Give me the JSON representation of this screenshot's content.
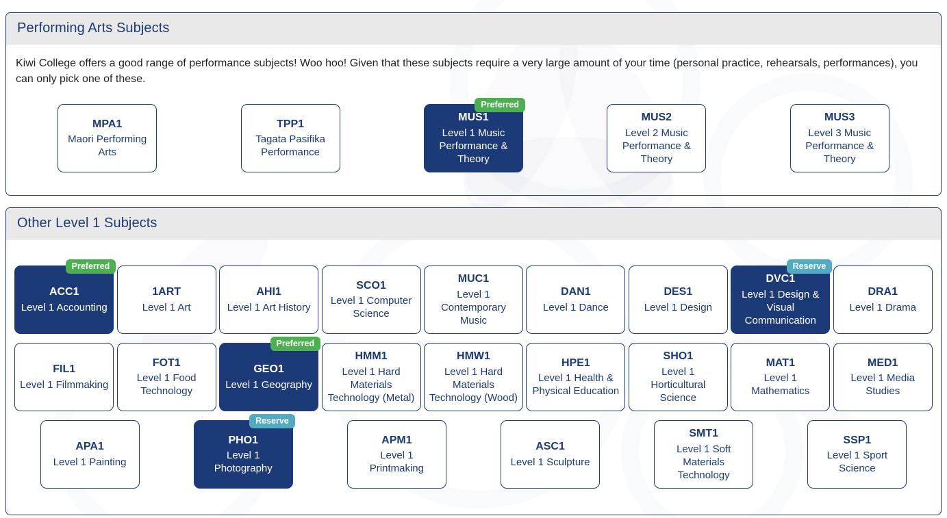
{
  "theme": {
    "navy": "#1b3a77",
    "header_bg": "#e9e9e9",
    "preferred_color": "#4caf50",
    "reserve_color": "#52abc0"
  },
  "panels": [
    {
      "title": "Performing Arts Subjects",
      "description": "Kiwi College offers a good range of performance subjects! Woo hoo! Given that these subjects require a very large amount of your time (personal practice, rehearsals, performances), you can only pick one of these.",
      "subjects": [
        {
          "code": "MPA1",
          "name": "Maori Performing Arts"
        },
        {
          "code": "TPP1",
          "name": "Tagata Pasifika Performance"
        },
        {
          "code": "MUS1",
          "name": "Level 1 Music Performance & Theory",
          "selected": true,
          "badge": "Preferred"
        },
        {
          "code": "MUS2",
          "name": "Level 2 Music Performance & Theory"
        },
        {
          "code": "MUS3",
          "name": "Level 3 Music Performance & Theory"
        }
      ]
    },
    {
      "title": "Other Level 1 Subjects",
      "subjects": [
        {
          "code": "ACC1",
          "name": "Level 1 Accounting",
          "selected": true,
          "badge": "Preferred"
        },
        {
          "code": "1ART",
          "name": "Level 1 Art"
        },
        {
          "code": "AHI1",
          "name": "Level 1 Art History"
        },
        {
          "code": "SCO1",
          "name": "Level 1 Computer Science"
        },
        {
          "code": "MUC1",
          "name": "Level 1 Contemporary Music"
        },
        {
          "code": "DAN1",
          "name": "Level 1 Dance"
        },
        {
          "code": "DES1",
          "name": "Level 1 Design"
        },
        {
          "code": "DVC1",
          "name": "Level 1 Design & Visual Communication",
          "selected": true,
          "badge": "Reserve"
        },
        {
          "code": "DRA1",
          "name": "Level 1 Drama"
        },
        {
          "code": "FIL1",
          "name": "Level 1 Filmmaking"
        },
        {
          "code": "FOT1",
          "name": "Level 1 Food Technology"
        },
        {
          "code": "GEO1",
          "name": "Level 1 Geography",
          "selected": true,
          "badge": "Preferred"
        },
        {
          "code": "HMM1",
          "name": "Level 1 Hard Materials Technology (Metal)"
        },
        {
          "code": "HMW1",
          "name": "Level 1 Hard Materials Technology (Wood)"
        },
        {
          "code": "HPE1",
          "name": "Level 1 Health & Physical Education"
        },
        {
          "code": "SHO1",
          "name": "Level 1 Horticultural Science"
        },
        {
          "code": "MAT1",
          "name": "Level 1 Mathematics"
        },
        {
          "code": "MED1",
          "name": "Level 1 Media Studies"
        },
        {
          "code": "APA1",
          "name": "Level 1 Painting"
        },
        {
          "code": "PHO1",
          "name": "Level 1 Photography",
          "selected": true,
          "badge": "Reserve"
        },
        {
          "code": "APM1",
          "name": "Level 1 Printmaking"
        },
        {
          "code": "ASC1",
          "name": "Level 1 Sculpture"
        },
        {
          "code": "SMT1",
          "name": "Level 1 Soft Materials Technology"
        },
        {
          "code": "SSP1",
          "name": "Level 1 Sport Science"
        }
      ]
    }
  ]
}
